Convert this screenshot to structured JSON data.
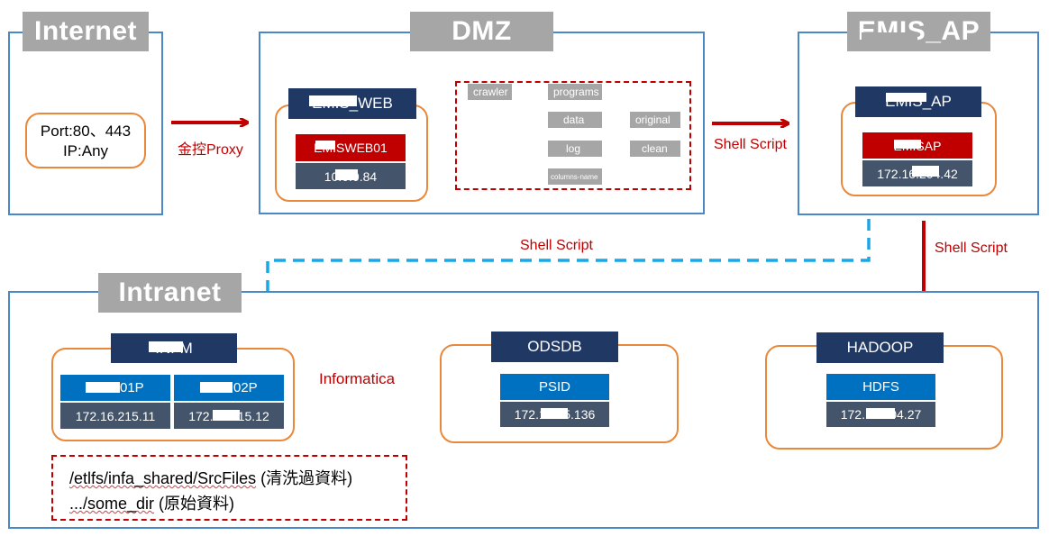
{
  "zones": {
    "internet": "Internet",
    "dmz": "DMZ",
    "ap": "EMIS_AP",
    "intranet": "Intranet"
  },
  "internet_box": {
    "line1": "Port:80、443",
    "line2": "IP:Any"
  },
  "arrows": {
    "proxy": "金控Proxy",
    "shell1": "Shell Script",
    "shell2": "Shell Script",
    "shell3": "Shell Script",
    "informatica": "Informatica"
  },
  "web": {
    "title": "EMIS_WEB",
    "host": "EMISWEB01",
    "ip": "10.0.0.84"
  },
  "tree": {
    "crawler": "crawler",
    "programs": "programs",
    "data": "data",
    "original": "original",
    "log": "log",
    "clean": "clean",
    "columns": "columns-name"
  },
  "ap": {
    "title": "EMIS_AP",
    "host": "EMISAP",
    "ip": "172.16.204.42"
  },
  "infa": {
    "title": "INFM",
    "host1": "INFM01P",
    "ip1": "172.16.215.11",
    "host2": "INFM02P",
    "ip2": "172.16.215.12"
  },
  "odsdb": {
    "title": "ODSDB",
    "sub": "PSID",
    "ip": "172.16.55.136"
  },
  "hadoop": {
    "title": "HADOOP",
    "sub": "HDFS",
    "ip": "172.16.204.27"
  },
  "dirs": {
    "line1_path": "/etlfs/infa_shared/SrcFiles",
    "line1_note": " (清洗過資料)",
    "line2_path": ".../some_dir",
    "line2_note": " (原始資料)"
  },
  "colors": {
    "zone_border": "#4a88c8",
    "label_gray": "#a6a6a6",
    "navy": "#1f3864",
    "red": "#c00000",
    "slate": "#44546a",
    "blue": "#0070c0",
    "orange": "#e9883a",
    "cyan_arrow": "#1aa7e8"
  }
}
